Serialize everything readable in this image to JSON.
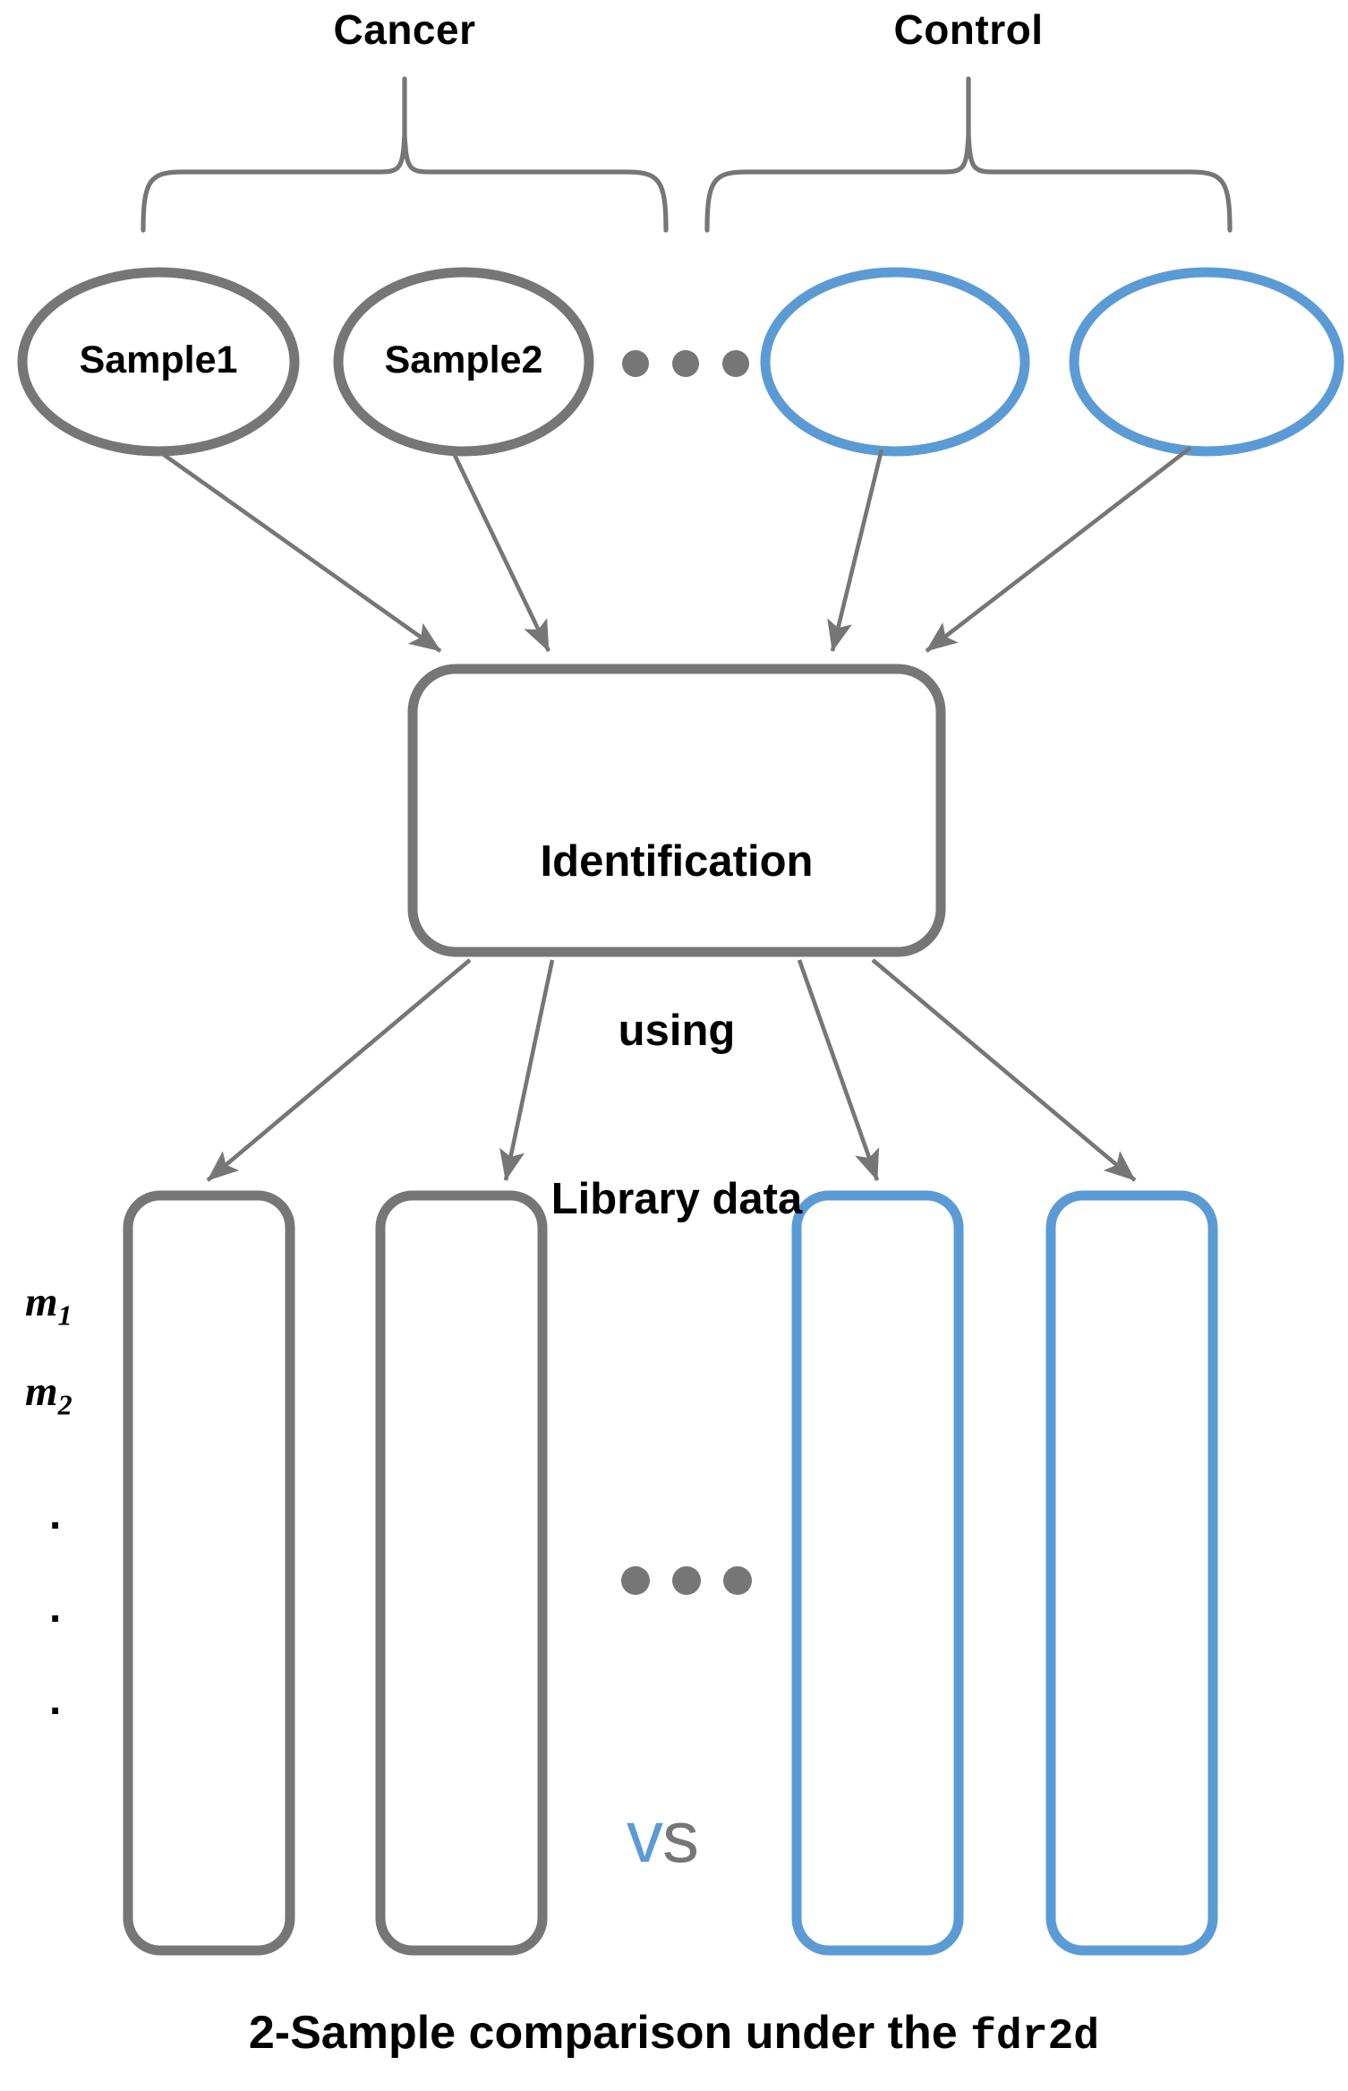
{
  "figure": {
    "title_caption": "2-Sample comparison under the ",
    "caption_mono_suffix": "fdr2d",
    "colors": {
      "gray": "#767676",
      "blue": "#5B9BD5",
      "text": "#000000",
      "background": "#FFFFFF"
    }
  },
  "groups": {
    "cancer_label": "Cancer",
    "control_label": "Control"
  },
  "samples": {
    "cancer": [
      {
        "label": "Sample1"
      },
      {
        "label": "Sample2"
      }
    ],
    "control": [
      {
        "label": ""
      },
      {
        "label": ""
      }
    ],
    "ellipsis": "• • •"
  },
  "process_box": {
    "line1": "Identification",
    "line2": "using",
    "line3": "Library data"
  },
  "feature_axis": {
    "m1": "m",
    "m1_sub": "1",
    "m2": "m",
    "m2_sub": "2",
    "vertical_ellipsis": "⋮"
  },
  "columns": {
    "ellipsis": "• • •",
    "vs_first": "v",
    "vs_second": "s"
  }
}
